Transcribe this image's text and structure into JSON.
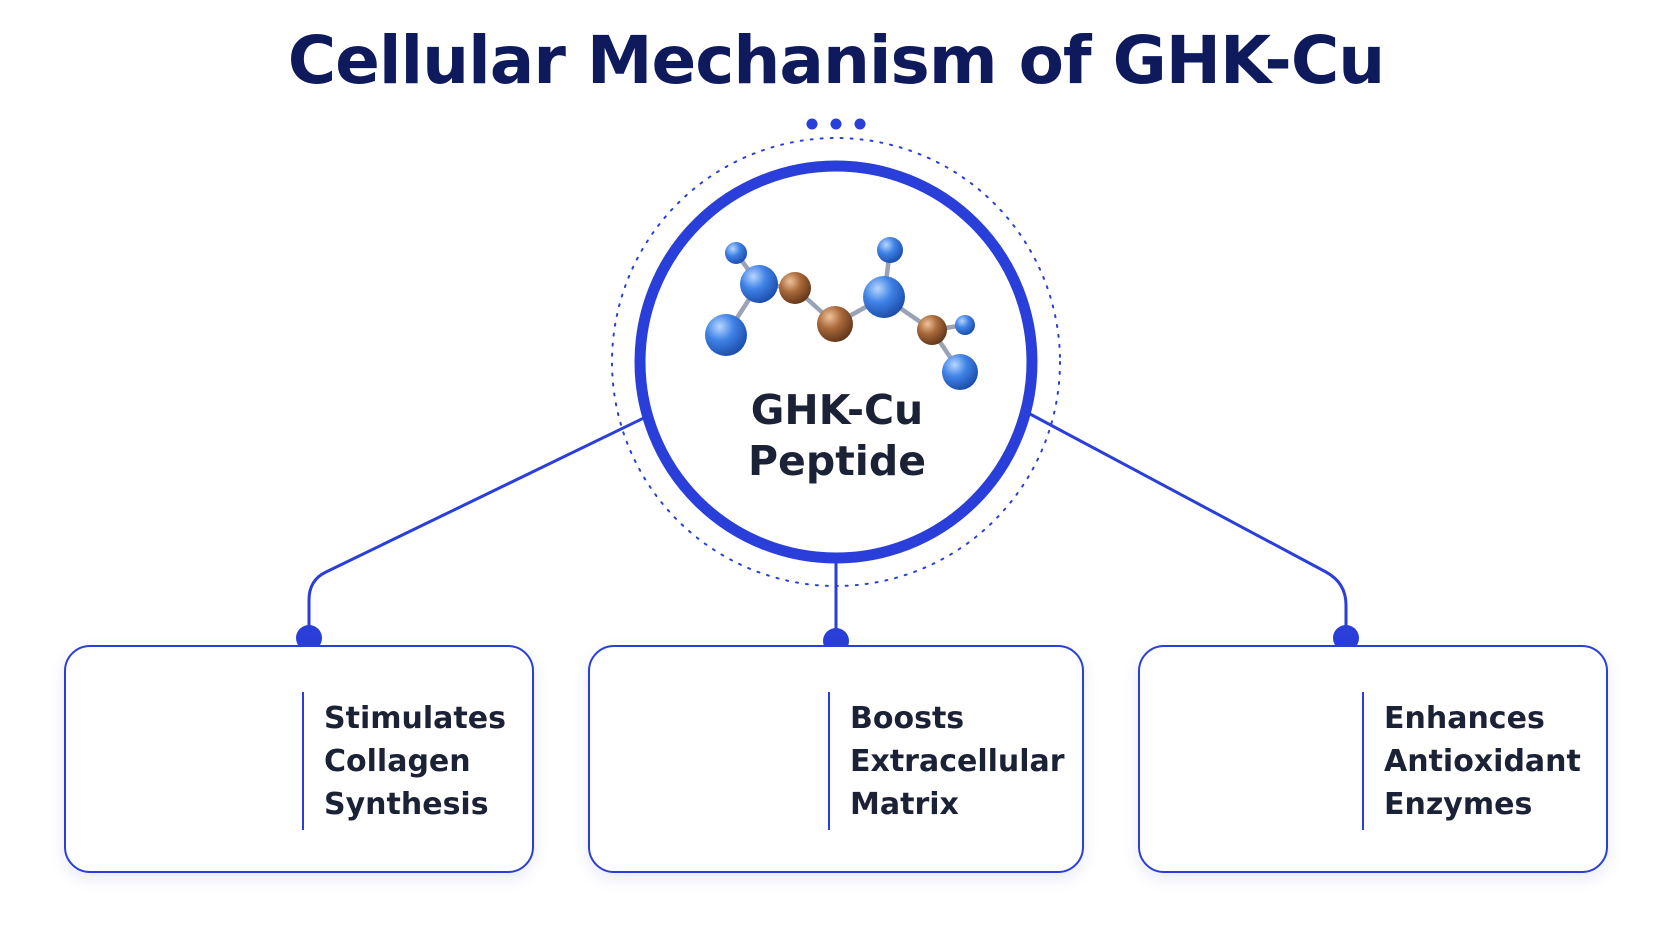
{
  "title": "Cellular Mechanism of GHK-Cu",
  "center": {
    "line1": "GHK-Cu",
    "line2": "Peptide"
  },
  "cards": [
    {
      "icon": "collagen-helix-icon",
      "lines": [
        "Stimulates",
        "Collagen",
        "Synthesis"
      ]
    },
    {
      "icon": "matrix-grid-icon",
      "lines": [
        "Boosts",
        "Extracellular",
        "Matrix"
      ]
    },
    {
      "icon": "shield-check-icon",
      "lines": [
        "Enhances",
        "Antioxidant",
        "Enzymes"
      ]
    }
  ],
  "colors": {
    "title": "#0f1a5c",
    "accent": "#2a3fd9",
    "text": "#1b2236",
    "atom_blue": "#2f6fd8",
    "atom_copper": "#9a5a30"
  }
}
